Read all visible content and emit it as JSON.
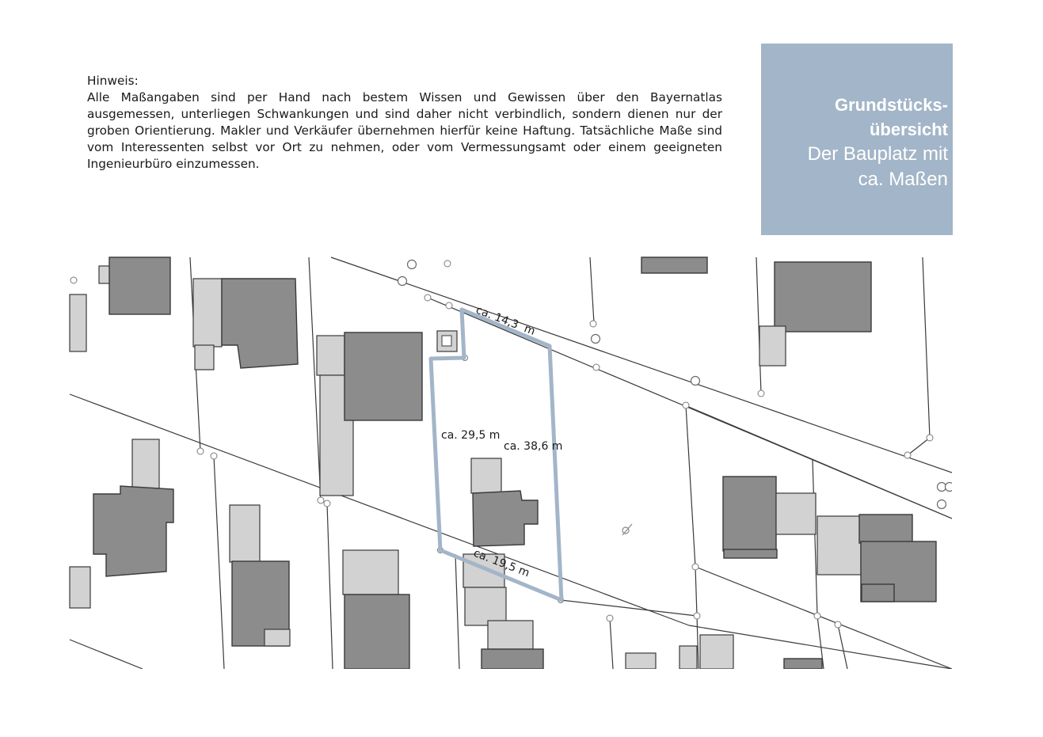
{
  "note": {
    "heading": "Hinweis:",
    "text": "Alle Maßangaben sind per Hand nach bestem Wissen und Gewissen über den Bayernatlas ausgemessen, unterliegen Schwankungen und sind daher nicht verbindlich, sondern dienen nur der groben Orientierung. Makler und Verkäufer übernehmen hierfür keine Haftung. Tatsächliche Maße sind vom Interessenten selbst vor Ort zu nehmen, oder vom Vermessungsamt oder einem geeigneten Ingenieurbüro einzumessen."
  },
  "title_box": {
    "title_line1": "Grundstücks-",
    "title_line2": "übersicht",
    "subtitle_line1": "Der Bauplatz mit",
    "subtitle_line2": "ca. Maßen",
    "background_color": "#a3b5c8"
  },
  "map": {
    "plot_outline_color": "#a3b5c8",
    "dimensions": {
      "top_edge": "ca. 14,3  m",
      "left_edge": "ca. 29,5 m",
      "right_edge": "ca. 38,6 m",
      "bottom_edge": "ca. 19,5 m"
    }
  }
}
